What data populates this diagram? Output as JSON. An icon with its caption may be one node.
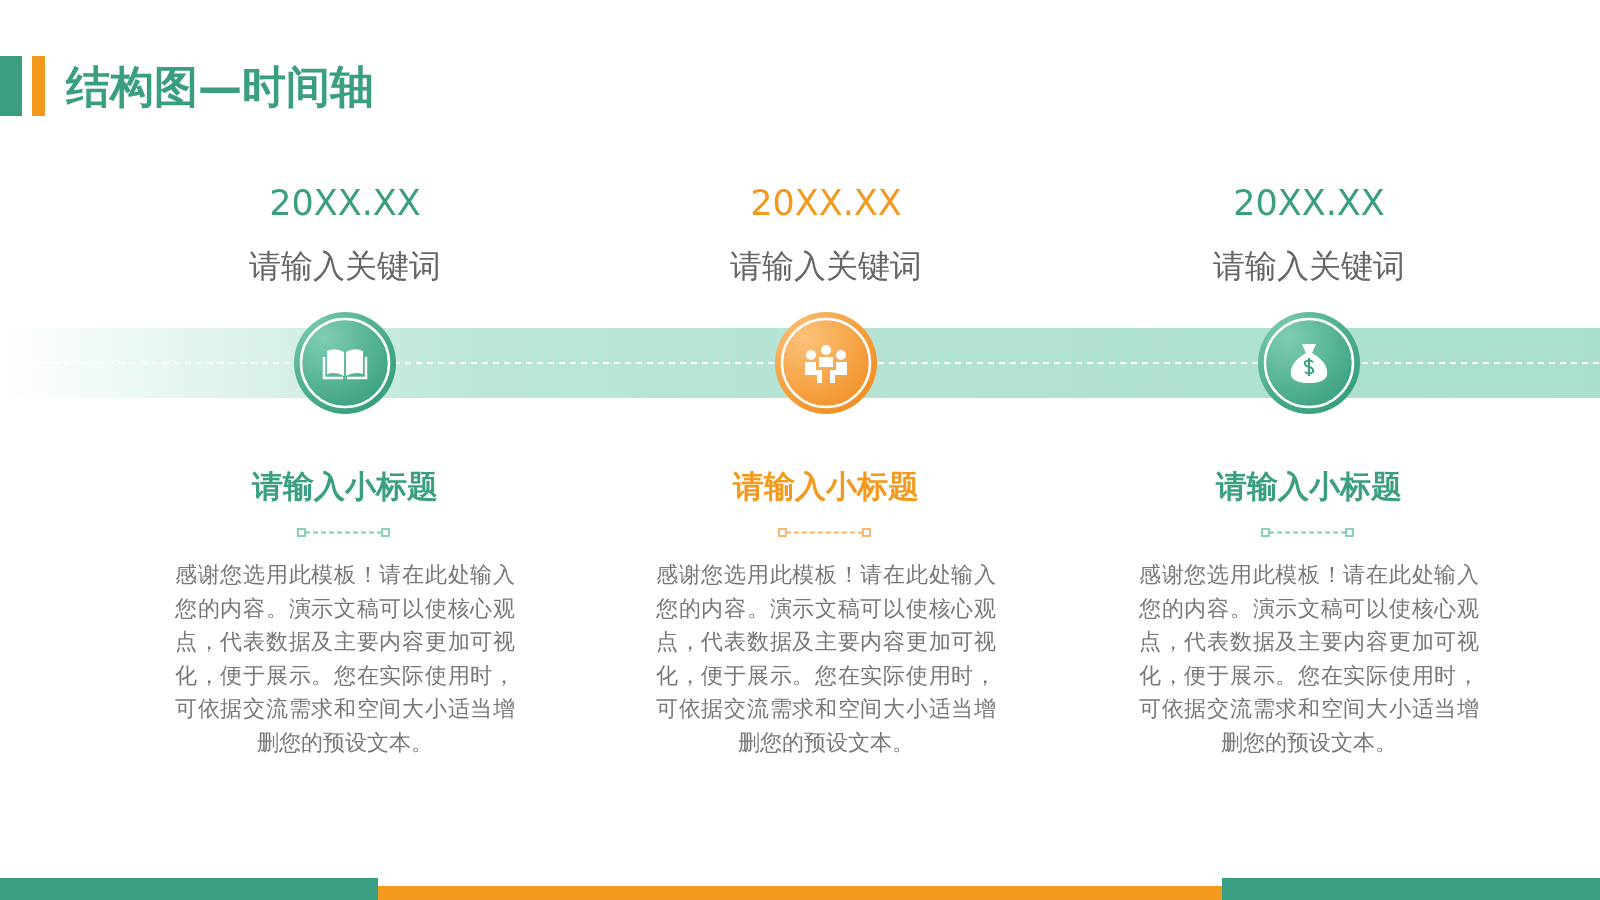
{
  "diagram": {
    "title": "结构图—时间轴",
    "labels": [
      "20XX.XX",
      "20XX.XX",
      "20XX.XX",
      "请输入关键词",
      "请输入关键词",
      "请输入关键词",
      "请输入小标题",
      "请输入小标题",
      "请输入小标题",
      "感谢您选用此模板！请在此处输入您的内容。演示文稿可以使核心观点，代表数据及主要内容更加可视化，便于展示。您在实际使用时，可依据交流需求和空间大小适当增删您的预设文本。",
      "感谢您选用此模板！请在此处输入您的内容。演示文稿可以使核心观点，代表数据及主要内容更加可视化，便于展示。您在实际使用时，可依据交流需求和空间大小适当增删您的预设文本。",
      "感谢您选用此模板！请在此处输入您的内容。演示文稿可以使核心观点，代表数据及主要内容更加可视化，便于展示。您在实际使用时，可依据交流需求和空间大小适当增删您的预设文本。"
    ]
  }
}
